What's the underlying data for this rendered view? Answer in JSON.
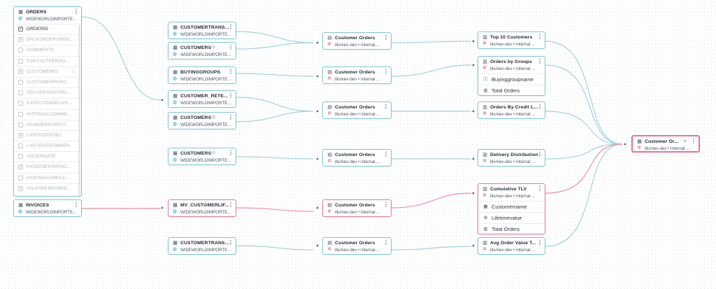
{
  "canvas": {
    "accent_color": "#7cc6d2",
    "highlight_color": "#e8778f"
  },
  "orders": {
    "name": "ORDERS",
    "source": "WIDEWORLDIMPORTE...",
    "columns": [
      "ORDERID",
      "BACKORDERORDE...",
      "COMMENTS",
      "CONTACTPERSO...",
      "CUSTOMERID",
      "CUSTOMERPURC...",
      "DELIVERYINSTRU...",
      "EXPECTEDDELIVE...",
      "INTERNALCOMME...",
      "ISUNDERSUPPLY...",
      "LASTEDITEDBY",
      "LASTEDITEDWHEN",
      "ORDERDATE",
      "PICKEDBYPERSO...",
      "PICKINGCOMPLE...",
      "SALESPERSONPE..."
    ]
  },
  "invoices": {
    "name": "INVOICES",
    "source": "WIDEWORLDIMPORTE..."
  },
  "tables": [
    {
      "name": "CUSTOMERTRANS...",
      "source": "WIDEWORLDIMPORTE..."
    },
    {
      "name": "CUSTOMERS",
      "source": "WIDEWORLDIMPORTE..."
    },
    {
      "name": "BUYINGGROUPS",
      "source": "WIDEWORLDIMPORTE..."
    },
    {
      "name": "CUSTOMER_RETE...",
      "source": "WIDEWORLDIMPORTE..."
    },
    {
      "name": "CUSTOMERS",
      "source": "WIDEWORLDIMPORTE..."
    },
    {
      "name": "CUSTOMERS",
      "source": "WIDEWORLDIMPORTE..."
    },
    {
      "name": "MV_CUSTOMERLIF...",
      "source": "WIDEWORLDIMPORTE..."
    },
    {
      "name": "CUSTOMERTRANS...",
      "source": "WIDEWORLDIMPORTE..."
    }
  ],
  "models": [
    {
      "name": "Customer Orders",
      "source": "illumex-dev • Internal ..."
    },
    {
      "name": "Customer Orders",
      "source": "illumex-dev • Internal ..."
    },
    {
      "name": "Customer Orders",
      "source": "illumex-dev • Internal ..."
    },
    {
      "name": "Customer Orders",
      "source": "illumex-dev • Internal ..."
    },
    {
      "name": "Customer Orders",
      "source": "illumex-dev • Internal ..."
    },
    {
      "name": "Customer Orders",
      "source": "illumex-dev • Internal ..."
    }
  ],
  "metrics": [
    {
      "name": "Top 10 Customers",
      "source": "illumex-dev • Internal ..."
    },
    {
      "name": "Orders by Groups",
      "source": "illumex-dev • Internal ...",
      "fields": [
        "Buyinggroupname",
        "Total Orders"
      ]
    },
    {
      "name": "Orders By Credit L...",
      "source": "illumex-dev • Internal ..."
    },
    {
      "name": "Delivery Distribution",
      "source": "illumex-dev • Internal ..."
    },
    {
      "name": "Cumulative TLV",
      "source": "illumex-dev • Internal ...",
      "fields": [
        "Customername",
        "Lifetimevalue",
        "Total Orders"
      ]
    },
    {
      "name": "Avg Order Value T...",
      "source": "illumex-dev • Internal ..."
    }
  ],
  "target": {
    "name": "Customer Or...",
    "source": "illumex-dev • Internal ..."
  }
}
